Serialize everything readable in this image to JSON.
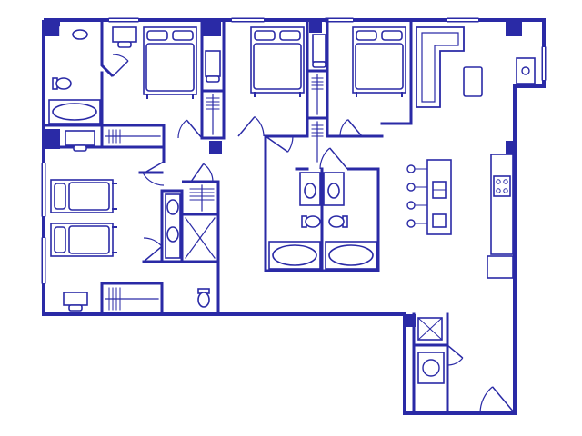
{
  "plan": {
    "colors": {
      "wall": "#2a2aa6",
      "fixture": "#2a2aa6",
      "fixture_fill": "#eef0ff",
      "background": "#ffffff"
    },
    "rooms": [
      {
        "id": "bedroom-1",
        "type": "bedroom"
      },
      {
        "id": "bedroom-2",
        "type": "bedroom"
      },
      {
        "id": "bedroom-3",
        "type": "bedroom"
      },
      {
        "id": "bedroom-4",
        "type": "bedroom"
      },
      {
        "id": "bathroom-left",
        "type": "bathroom"
      },
      {
        "id": "bathroom-center",
        "type": "bathroom"
      },
      {
        "id": "bathroom-right",
        "type": "bathroom"
      },
      {
        "id": "bathroom-hall",
        "type": "bathroom"
      },
      {
        "id": "living-kitchen",
        "type": "living-kitchen"
      },
      {
        "id": "laundry",
        "type": "laundry"
      }
    ],
    "fixtures": {
      "double_beds": 3,
      "single_beds": 2,
      "desks": 5,
      "toilets": 4,
      "bathtubs": 3,
      "sinks": 5,
      "sofa": 1,
      "coffee_table": 1,
      "tv": 1,
      "kitchen_island_stools": 4,
      "stove": 1,
      "fridge": 1,
      "washer_dryer": 2,
      "closets": 6
    }
  }
}
